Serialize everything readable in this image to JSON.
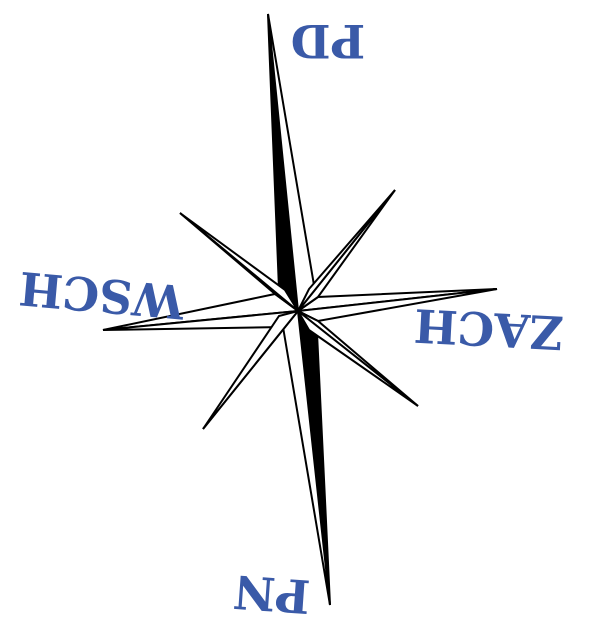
{
  "colors": {
    "label": "#3a5aa8",
    "stroke": "#000000",
    "fill_dark": "#000000",
    "fill_light": "#ffffff"
  },
  "labels": {
    "north": "PN",
    "south": "PD",
    "east": "WSCH",
    "west": "ZACH"
  }
}
